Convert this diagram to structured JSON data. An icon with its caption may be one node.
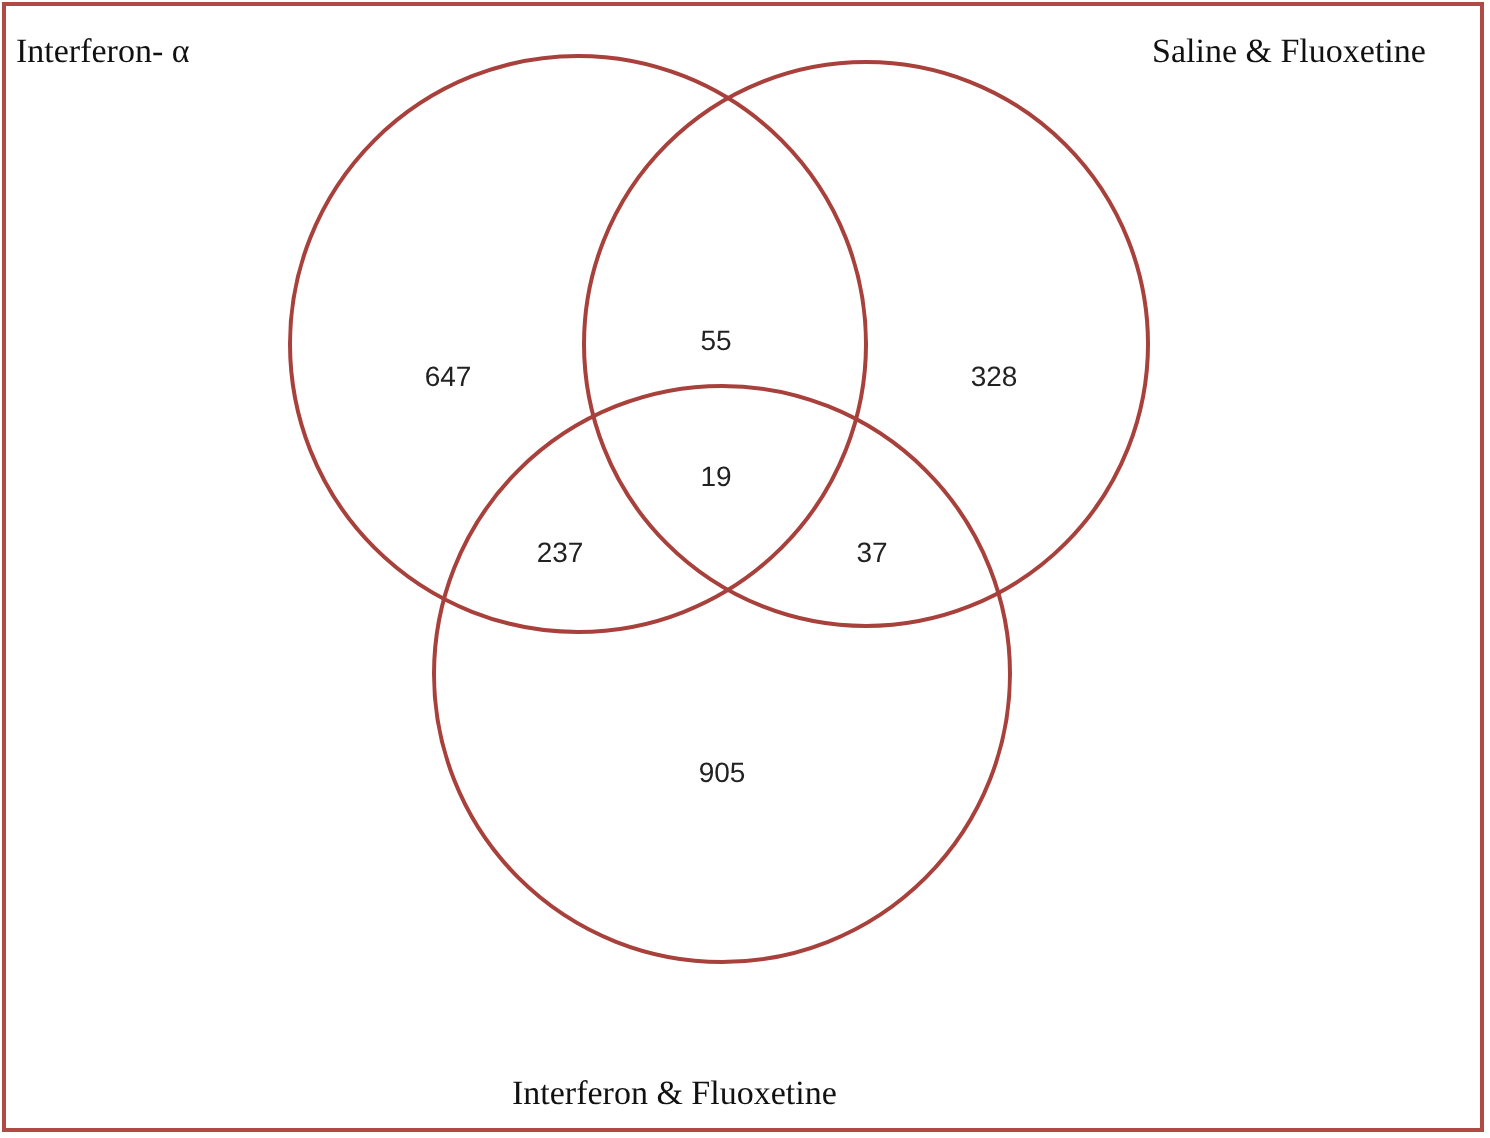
{
  "diagram": {
    "nodes": [
      {
        "text": [
          "Interferon- α"
        ]
      },
      {
        "text": [
          "Saline & Fluoxetine"
        ]
      },
      {
        "text": [
          "Interferon & Fluoxetine"
        ]
      }
    ],
    "labels": [
      "55",
      "647",
      "328",
      "19",
      "237",
      "37",
      "905"
    ]
  }
}
